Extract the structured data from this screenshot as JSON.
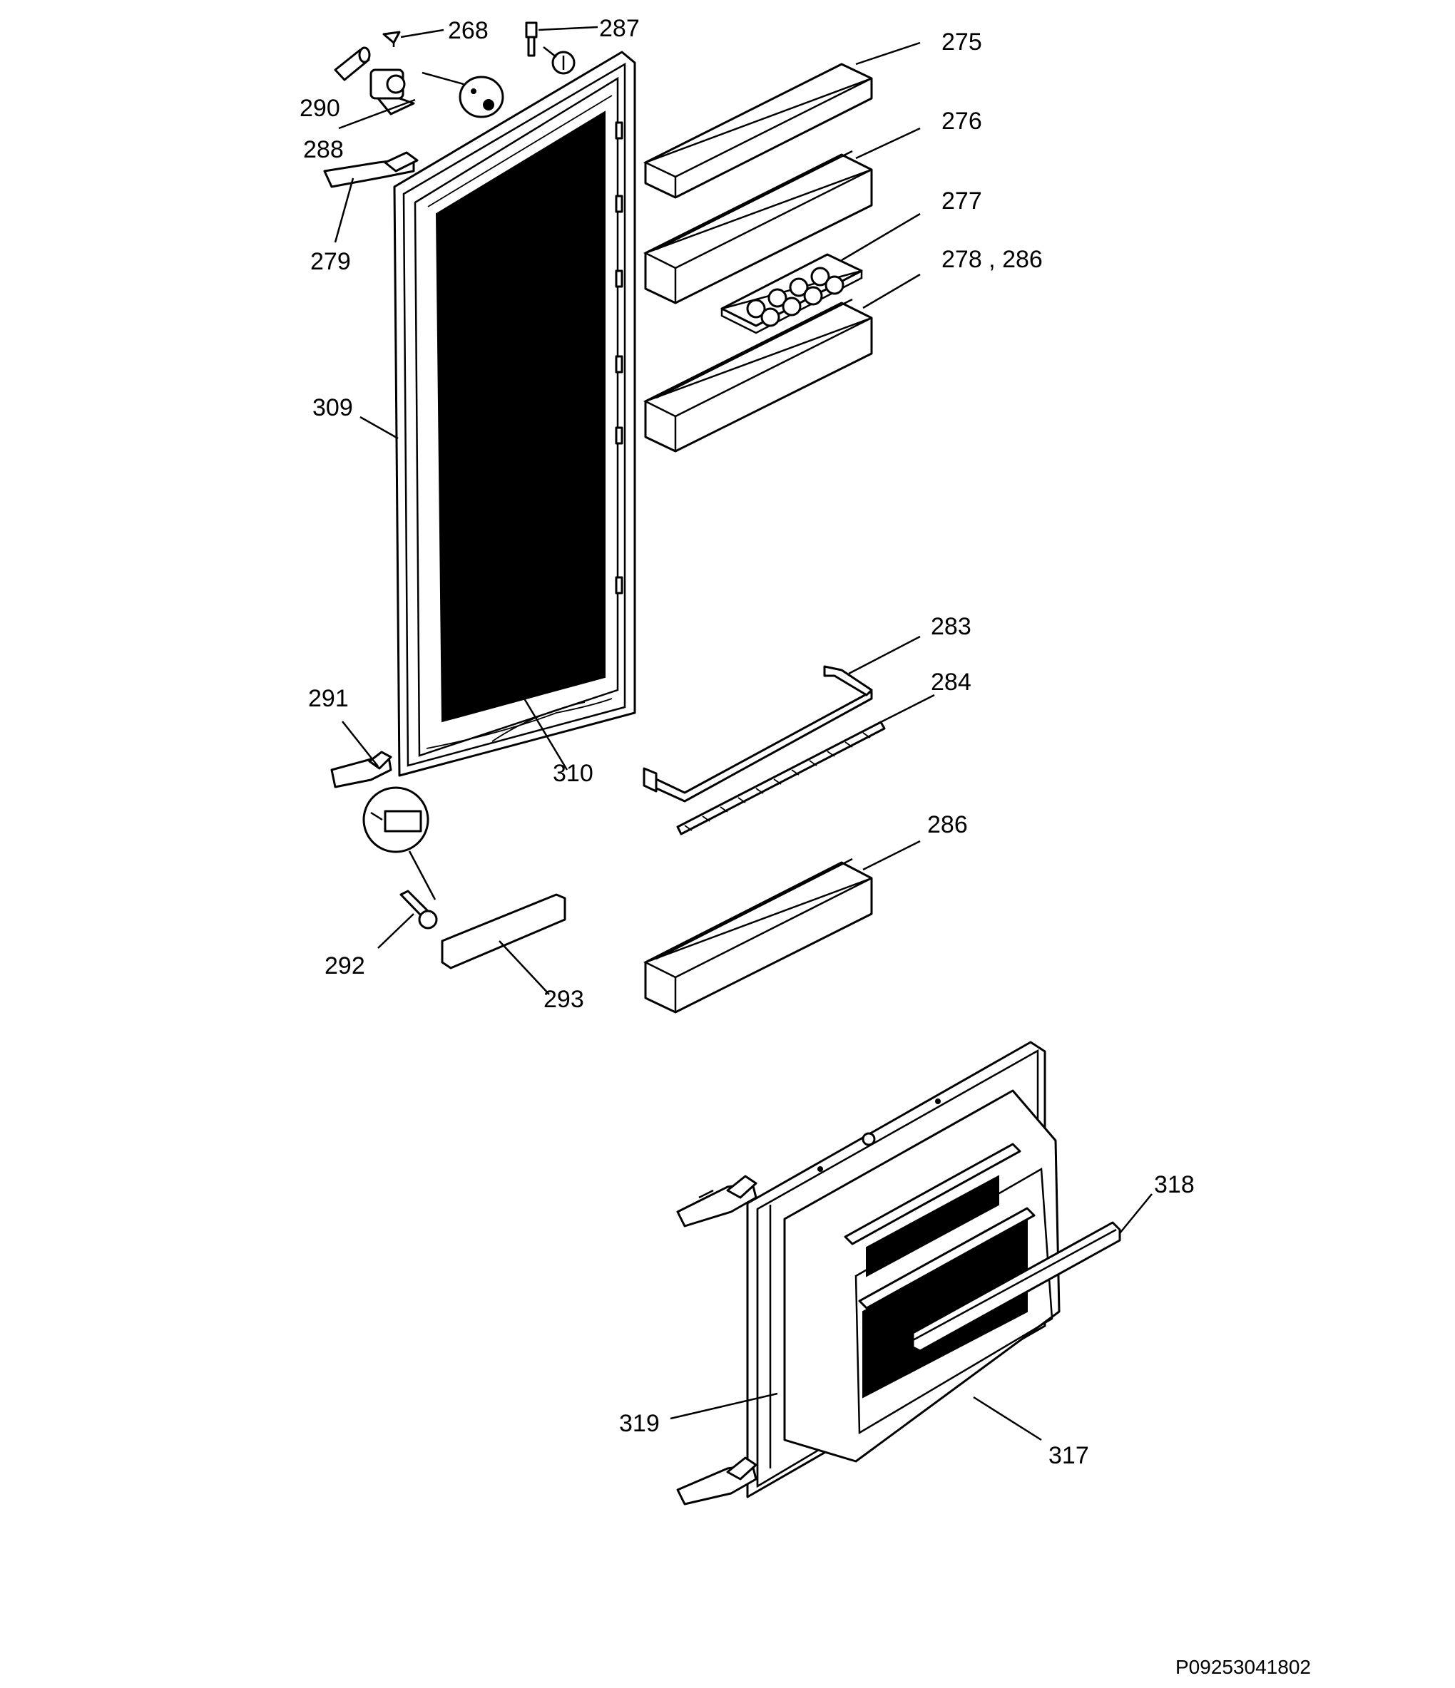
{
  "diagram": {
    "part_labels": {
      "p268": "268",
      "p287": "287",
      "p275": "275",
      "p276": "276",
      "p277": "277",
      "p278_286": "278 , 286",
      "p290": "290",
      "p288": "288",
      "p279": "279",
      "p309": "309",
      "p291": "291",
      "p310": "310",
      "p283": "283",
      "p284": "284",
      "p286": "286",
      "p292": "292",
      "p293": "293",
      "p318": "318",
      "p319": "319",
      "p317": "317"
    },
    "drawing_reference": "P09253041802"
  }
}
